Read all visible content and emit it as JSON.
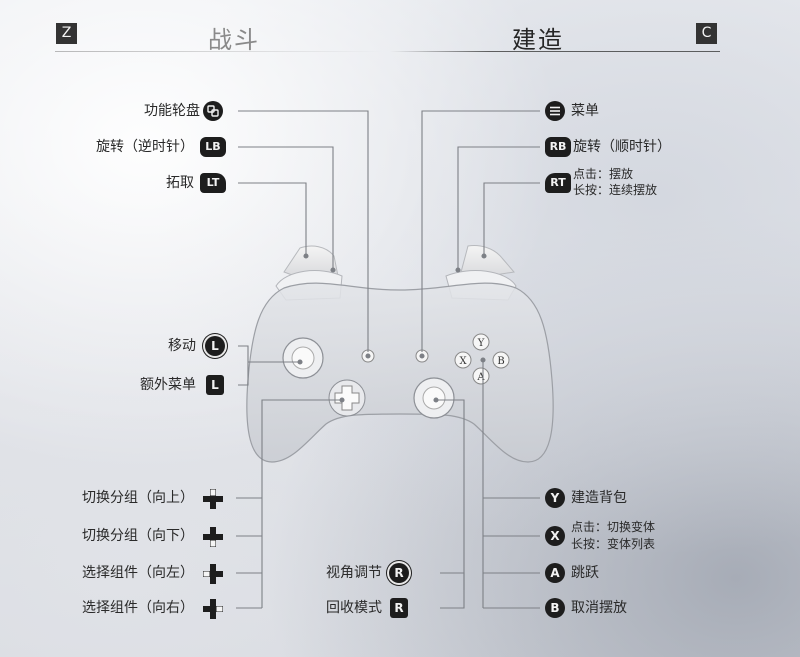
{
  "header": {
    "left_key": "Z",
    "right_key": "C",
    "tabs": [
      {
        "label": "战斗",
        "active": false
      },
      {
        "label": "建造",
        "active": true
      }
    ]
  },
  "left_labels": {
    "wheel": "功能轮盘",
    "rotate_ccw": "旋转（逆时针）",
    "pickup": "拓取",
    "move": "移动",
    "extra_menu": "额外菜单",
    "group_up": "切换分组（向上）",
    "group_down": "切换分组（向下）",
    "component_left": "选择组件（向左）",
    "component_right": "选择组件（向右）"
  },
  "bottom_labels": {
    "camera_adjust": "视角调节",
    "recycle_mode": "回收模式"
  },
  "right_labels": {
    "menu": "菜单",
    "rotate_cw": "旋转（顺时针）",
    "rt_click": "点击：摆放",
    "rt_hold": "长按：连续摆放",
    "build_bag": "建造背包",
    "x_click": "点击：切换变体",
    "x_hold": "长按：变体列表",
    "jump": "跳跃",
    "cancel_place": "取消摆放"
  },
  "badges": {
    "lb": "LB",
    "lt": "LT",
    "rb": "RB",
    "rt": "RT",
    "ls": "L",
    "ls_press": "L",
    "rs": "R",
    "rs_press": "R",
    "y": "Y",
    "x": "X",
    "a": "A",
    "b": "B"
  },
  "controller_face_buttons": {
    "y": "Y",
    "x": "X",
    "a": "A",
    "b": "B"
  },
  "icons": {
    "wheel": "wheel-icon",
    "menu": "menu-icon",
    "dpad": "dpad-icon"
  }
}
